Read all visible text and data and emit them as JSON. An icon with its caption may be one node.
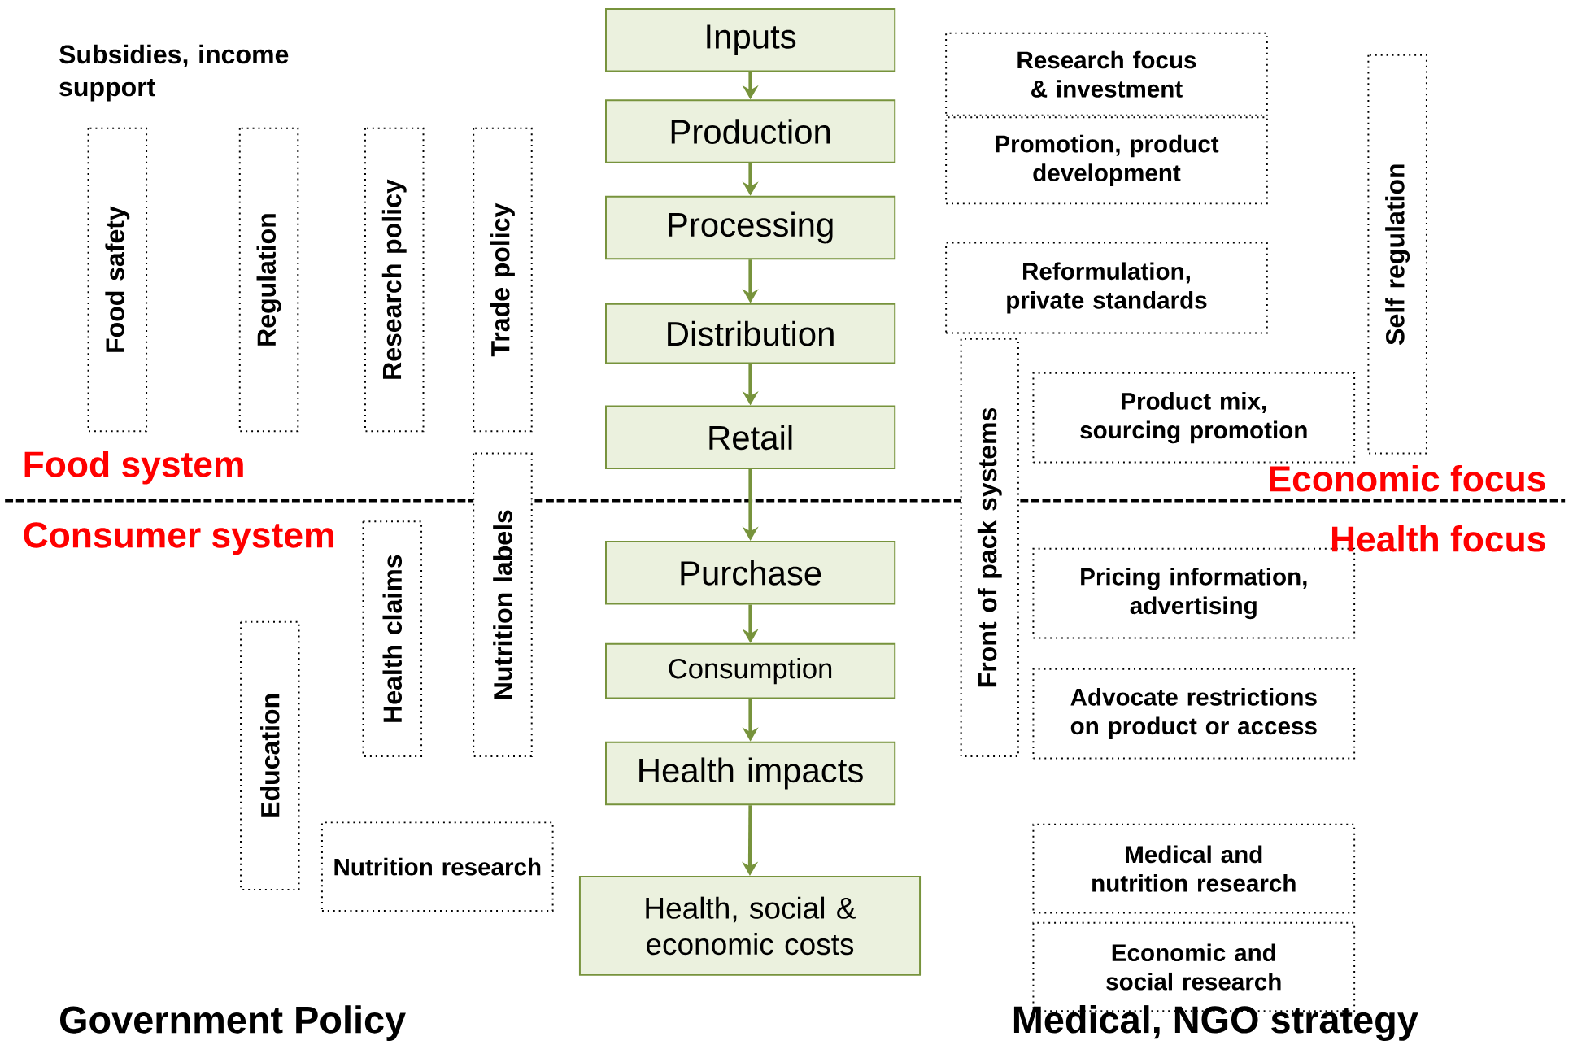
{
  "diagram": {
    "nodes": [
      {
        "text": [
          "Inputs"
        ]
      },
      {
        "text": [
          "Production"
        ]
      },
      {
        "text": [
          "Processing"
        ]
      },
      {
        "text": [
          "Distribution"
        ]
      },
      {
        "text": [
          "Retail"
        ]
      },
      {
        "text": [
          "Purchase"
        ]
      },
      {
        "text": [
          "Consumption"
        ]
      },
      {
        "text": [
          "Health impacts"
        ]
      },
      {
        "text": [
          "Health, social & economic costs"
        ]
      },
      {
        "text": [
          "Food safety"
        ]
      },
      {
        "text": [
          "Regulation"
        ]
      },
      {
        "text": [
          "Research policy"
        ]
      },
      {
        "text": [
          "Trade policy"
        ]
      },
      {
        "text": [
          "Nutrition labels"
        ]
      },
      {
        "text": [
          "Health claims"
        ]
      },
      {
        "text": [
          "Education"
        ]
      },
      {
        "text": [
          "Nutrition research"
        ]
      },
      {
        "text": [
          "Research focus & investment"
        ]
      },
      {
        "text": [
          "Promotion, product development"
        ]
      },
      {
        "text": [
          "Reformulation, private standards"
        ]
      },
      {
        "text": [
          "Front of pack systems"
        ]
      },
      {
        "text": [
          "Product mix, sourcing promotion"
        ]
      },
      {
        "text": [
          "Self regulation"
        ]
      },
      {
        "text": [
          "Pricing information, advertising"
        ]
      },
      {
        "text": [
          "Advocate restrictions on product or access"
        ]
      },
      {
        "text": [
          "Medical and nutrition research"
        ]
      },
      {
        "text": [
          "Economic and social research"
        ]
      }
    ],
    "edges": [
      {
        "from": 0,
        "to": 1,
        "arrow": "to"
      },
      {
        "from": 1,
        "to": 2,
        "arrow": "to"
      },
      {
        "from": 2,
        "to": 3,
        "arrow": "to"
      },
      {
        "from": 3,
        "to": 4,
        "arrow": "to"
      },
      {
        "from": 4,
        "to": 5,
        "arrow": "to"
      },
      {
        "from": 5,
        "to": 6,
        "arrow": "to"
      },
      {
        "from": 6,
        "to": 7,
        "arrow": "to"
      },
      {
        "from": 7,
        "to": 8,
        "arrow": "to"
      }
    ],
    "labels": [
      "Subsidies, income support",
      "Food system",
      "Economic focus",
      "Consumer system",
      "Health focus",
      "Government Policy",
      "Medical, NGO strategy"
    ]
  }
}
